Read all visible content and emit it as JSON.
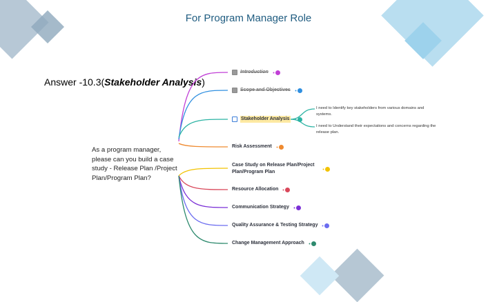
{
  "title": "For Program Manager Role",
  "answer": {
    "prefix": "Answer -10.3(",
    "bold": "Stakeholder Analysis",
    "suffix": ")"
  },
  "question": "As a program manager, please can you build a case study - Release Plan /Project Plan/Program Plan?",
  "nodes": [
    {
      "label": "Introduction",
      "color": "#c13fd6",
      "state": "checked"
    },
    {
      "label": "Scope and Objectives",
      "color": "#2f8fe0",
      "state": "checked"
    },
    {
      "label": "Stakeholder Analysis",
      "color": "#2bb3a3",
      "state": "unchecked"
    },
    {
      "label": "Risk Assessment",
      "color": "#ef8a2f"
    },
    {
      "label": "Case Study on Release Plan/Project Plan/Program Plan",
      "color": "#f2c200"
    },
    {
      "label": "Resource Allocation",
      "color": "#d9475a"
    },
    {
      "label": "Communication Strategy",
      "color": "#7b2fd6"
    },
    {
      "label": "Quality Assurance & Testing Strategy",
      "color": "#6b6cf0"
    },
    {
      "label": "Change Management Approach",
      "color": "#2e8a6e"
    }
  ],
  "stakeholder_notes": [
    "I need to Identify key stakeholders from various domains and systems.",
    "I need to Understand their expectations and concerns regarding the release plan."
  ]
}
